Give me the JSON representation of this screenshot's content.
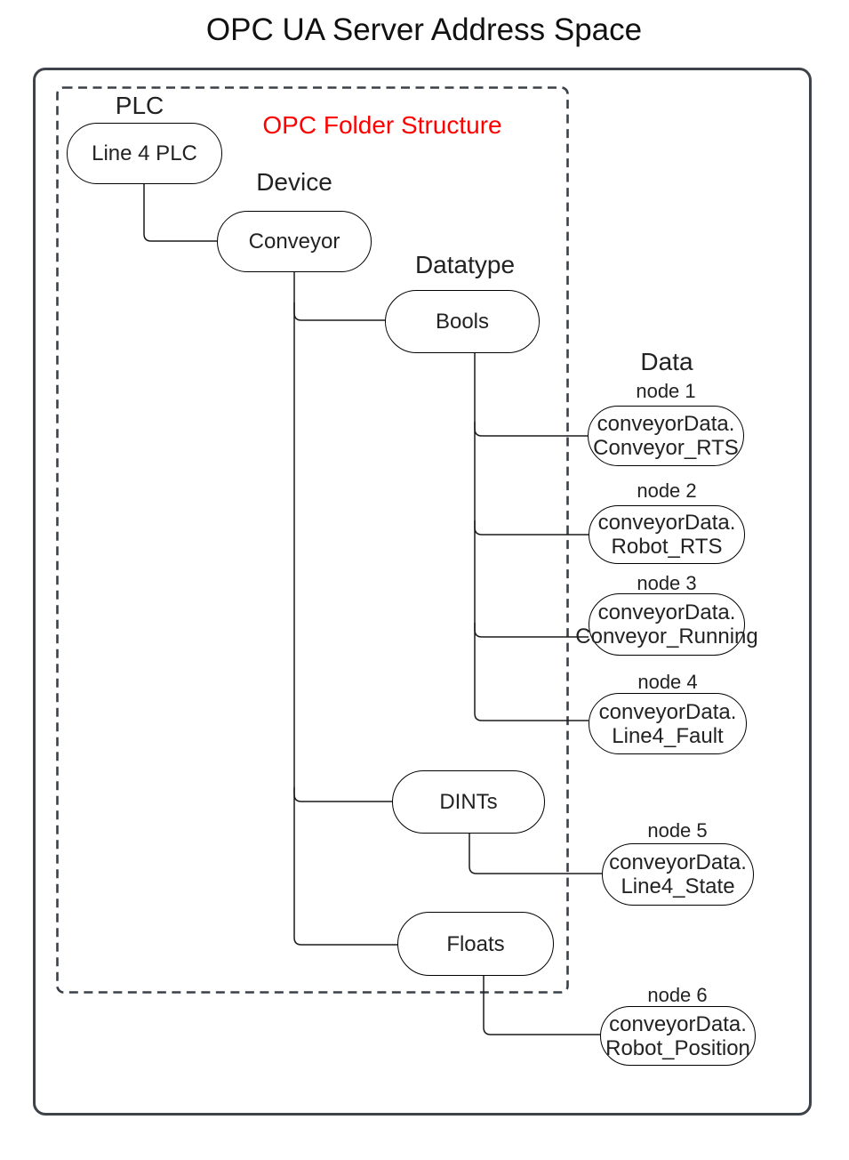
{
  "title": "OPC UA Server Address Space",
  "annotation": {
    "label": "OPC Folder Structure",
    "color": "#FF0000"
  },
  "group_labels": {
    "plc": "PLC",
    "device": "Device",
    "datatype": "Datatype",
    "data": "Data"
  },
  "folder_nodes": {
    "plc": "Line 4 PLC",
    "device": "Conveyor",
    "datatypes": {
      "bools": "Bools",
      "dints": "DINTs",
      "floats": "Floats"
    }
  },
  "data_nodes": [
    {
      "label": "node 1",
      "line1": "conveyorData.",
      "line2": "Conveyor_RTS",
      "parent": "Bools"
    },
    {
      "label": "node 2",
      "line1": "conveyorData.",
      "line2": "Robot_RTS",
      "parent": "Bools"
    },
    {
      "label": "node 3",
      "line1": "conveyorData.",
      "line2": "Conveyor_Running",
      "parent": "Bools"
    },
    {
      "label": "node 4",
      "line1": "conveyorData.",
      "line2": "Line4_Fault",
      "parent": "Bools"
    },
    {
      "label": "node 5",
      "line1": "conveyorData.",
      "line2": "Line4_State",
      "parent": "DINTs"
    },
    {
      "label": "node 6",
      "line1": "conveyorData.",
      "line2": "Robot_Position",
      "parent": "Floats"
    }
  ],
  "colors": {
    "annotation_red": "#FF0000",
    "outer_border": "#3E4349",
    "dashed_border": "#3A4049",
    "connector": "#1A1A1A",
    "text": "#222222",
    "background": "#FFFFFF"
  }
}
